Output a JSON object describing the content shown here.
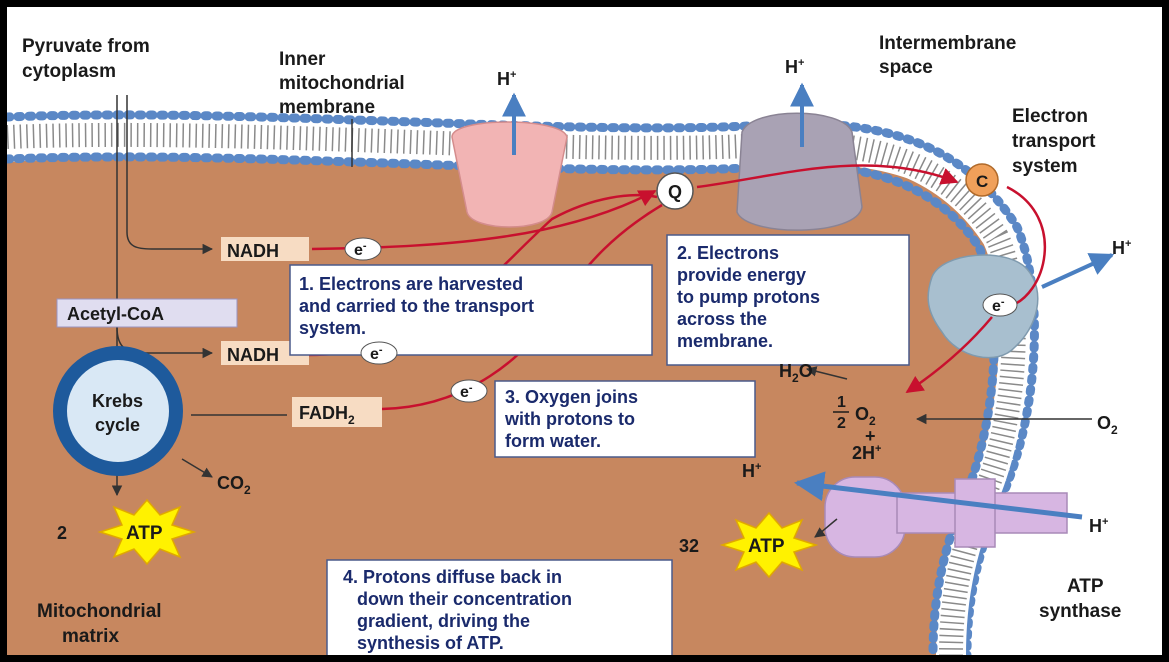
{
  "labels": {
    "pyruvate_line1": "Pyruvate from",
    "pyruvate_line2": "cytoplasm",
    "inner_line1": "Inner",
    "inner_line2": "mitochondrial",
    "inner_line3": "membrane",
    "intermembrane_line1": "Intermembrane",
    "intermembrane_line2": "space",
    "ets_line1": "Electron",
    "ets_line2": "transport",
    "ets_line3": "system",
    "matrix_line1": "Mitochondrial",
    "matrix_line2": "matrix",
    "atp_synthase_line1": "ATP",
    "atp_synthase_line2": "synthase",
    "acetyl_coa": "Acetyl-CoA",
    "krebs_line1": "Krebs",
    "krebs_line2": "cycle",
    "nadh": "NADH",
    "fadh2": "FADH",
    "fadh2_sub": "2",
    "co2": "CO",
    "co2_sub": "2",
    "h2o_h": "H",
    "h2o_sub": "2",
    "h2o_o": "O",
    "o2": "O",
    "o2_sub": "2",
    "half_num": "1",
    "half_den": "2",
    "plus": "+",
    "two_h": "2H",
    "h_plus": "H",
    "plus_sup": "+",
    "q": "Q",
    "c": "C",
    "electron": "e",
    "minus_sup": "-",
    "atp": "ATP",
    "atp_count_krebs": "2",
    "atp_count_synthase": "32"
  },
  "steps": {
    "step1": [
      "1. Electrons are harvested",
      "and carried to the transport",
      "system."
    ],
    "step2": [
      "2. Electrons",
      "provide energy",
      "to pump protons",
      "across the",
      "membrane."
    ],
    "step3": [
      "3. Oxygen joins",
      "with protons to",
      "form water."
    ],
    "step4": [
      "4. Protons diffuse back in",
      "down their concentration",
      "gradient, driving the",
      "synthesis of ATP."
    ]
  },
  "colors": {
    "matrix": "#c7875f",
    "intermembrane": "#ffffff",
    "membrane_head": "#5b88c6",
    "electron_path": "#c8102e",
    "h_arrow": "#4a7fc1",
    "complex1": "#f2b4b4",
    "complex2": "#a9a2b4",
    "complex3": "#a8bfcf",
    "atp_synthase": "#d7b6e2",
    "krebs_ring": "#1e5a9c",
    "atp_star": "#fff200",
    "box_fill": "#ffffff",
    "box_stroke": "#4a5a8a",
    "tag_fill": "#f7dcc3",
    "acetyl_fill": "#e0ddf0",
    "c_fill": "#f0a05a"
  }
}
